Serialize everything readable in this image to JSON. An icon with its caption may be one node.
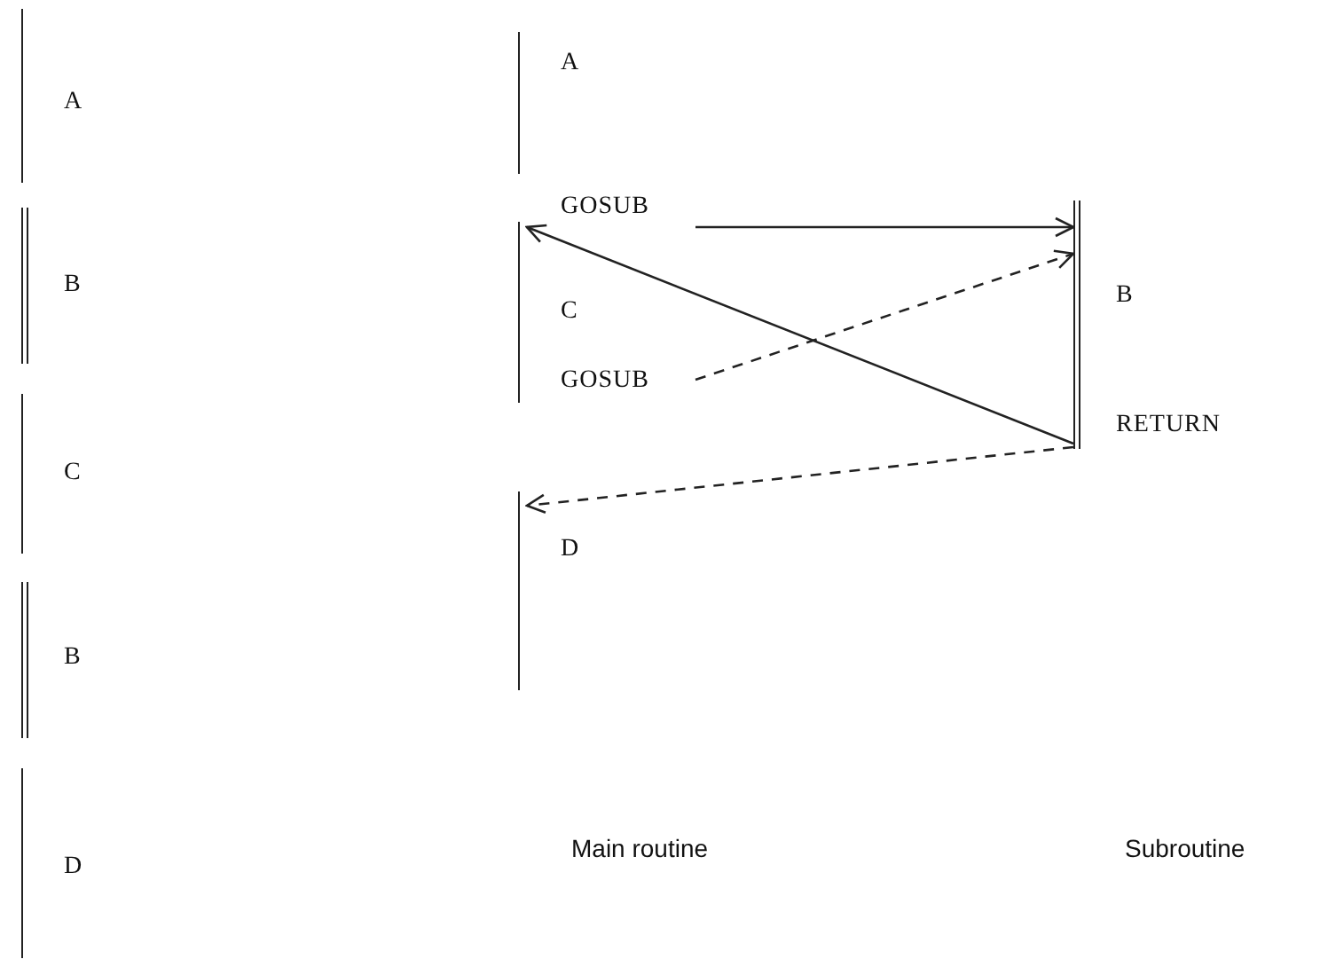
{
  "diagram": {
    "nodes": [
      {
        "text": [
          "A"
        ]
      },
      {
        "text": [
          "B"
        ]
      },
      {
        "text": [
          "C"
        ]
      },
      {
        "text": [
          "B"
        ]
      },
      {
        "text": [
          "D"
        ]
      },
      {
        "text": [
          "A",
          "GOSUB"
        ]
      },
      {
        "text": [
          "C",
          "GOSUB"
        ]
      },
      {
        "text": [
          "D"
        ]
      },
      {
        "text": [
          "B",
          "RETURN"
        ]
      }
    ],
    "edges": [
      {
        "from": 5,
        "to": 8,
        "arrow": "to"
      },
      {
        "from": 8,
        "to": 6,
        "arrow": "to"
      },
      {
        "from": 6,
        "to": 8,
        "arrow": "to",
        "style": "dashed"
      },
      {
        "from": 8,
        "to": 7,
        "arrow": "to",
        "style": "dashed"
      }
    ],
    "labels": [
      "Main routine",
      "Subroutine"
    ]
  }
}
